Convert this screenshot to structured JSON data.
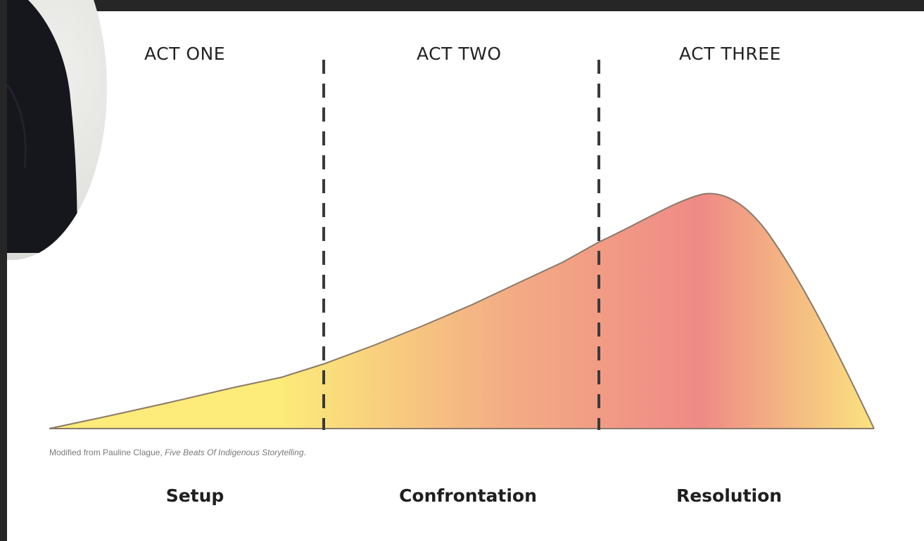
{
  "acts": [
    {
      "label": "ACT ONE"
    },
    {
      "label": "ACT TWO"
    },
    {
      "label": "ACT THREE"
    }
  ],
  "phases": [
    {
      "label": "Setup"
    },
    {
      "label": "Confrontation"
    },
    {
      "label": "Resolution"
    }
  ],
  "caption": {
    "prefix": "Modified from Pauline Clague, ",
    "title": "Five Beats Of Indigenous Storytelling",
    "suffix": "."
  },
  "colors": {
    "curve_start": "#fdeb7a",
    "curve_mid": "#f3ad84",
    "curve_peak": "#ef8a86",
    "curve_end": "#fae37f",
    "divider": "#3a3a3a",
    "outline": "#8a7a6a"
  }
}
